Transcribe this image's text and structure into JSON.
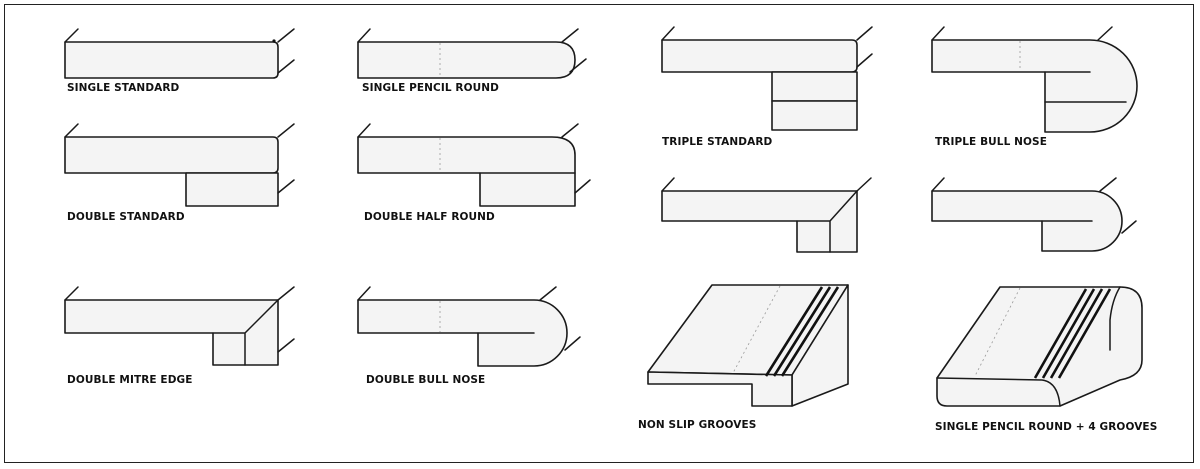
{
  "diagram": {
    "profiles": [
      {
        "id": "single-standard",
        "label": "SINGLE STANDARD"
      },
      {
        "id": "single-pencil-round",
        "label": "SINGLE PENCIL ROUND"
      },
      {
        "id": "triple-standard",
        "label": "TRIPLE STANDARD"
      },
      {
        "id": "triple-bull-nose",
        "label": "TRIPLE BULL NOSE"
      },
      {
        "id": "double-standard",
        "label": "DOUBLE STANDARD"
      },
      {
        "id": "double-half-round",
        "label": "DOUBLE HALF ROUND"
      },
      {
        "id": "double-mitre-edge",
        "label": "DOUBLE MITRE EDGE"
      },
      {
        "id": "double-bull-nose",
        "label": "DOUBLE BULL NOSE"
      },
      {
        "id": "non-slip-grooves",
        "label": "NON SLIP GROOVES"
      },
      {
        "id": "single-pencil-round-4-grooves",
        "label": "SINGLE PENCIL ROUND + 4 GROOVES"
      }
    ]
  }
}
